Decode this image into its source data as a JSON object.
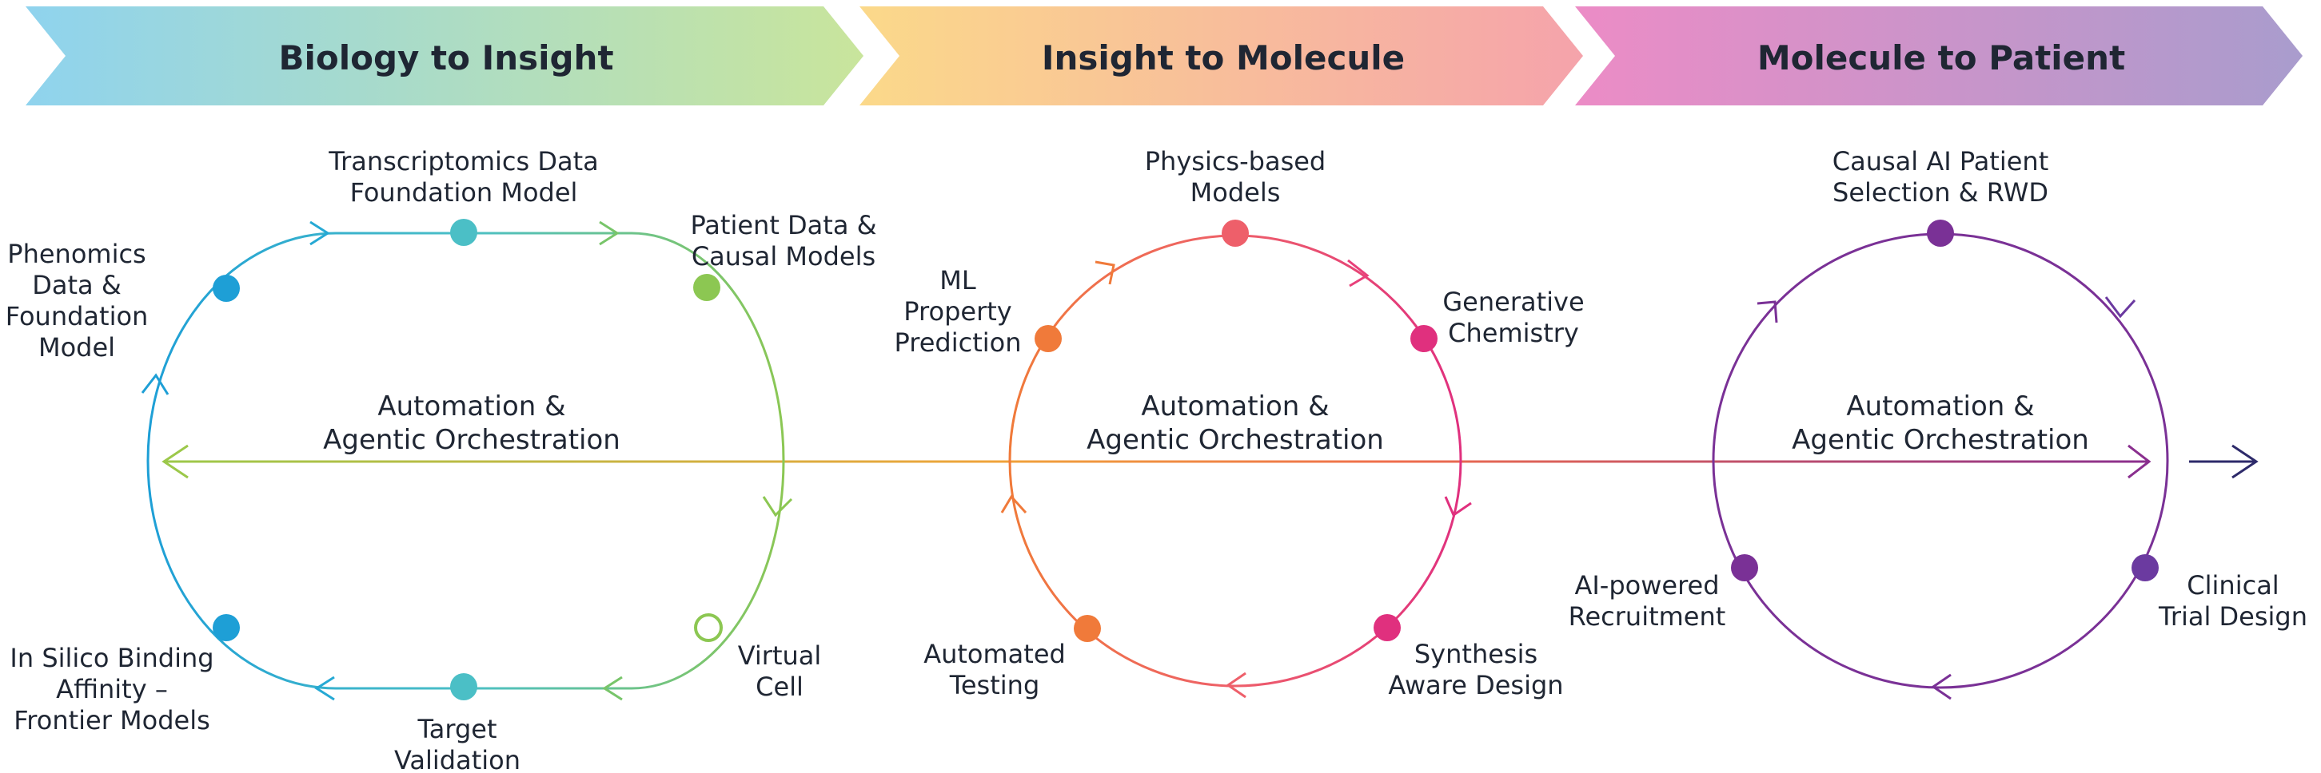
{
  "stages": [
    {
      "title": "Biology to Insight"
    },
    {
      "title": "Insight to Molecule"
    },
    {
      "title": "Molecule to Patient"
    }
  ],
  "cycles": [
    {
      "center": [
        "Automation &",
        "Agentic Orchestration"
      ],
      "nodes": [
        {
          "lines": [
            "Transcriptomics Data",
            "Foundation Model"
          ],
          "color": "#4bbfc6"
        },
        {
          "lines": [
            "Patient Data &",
            "Causal Models"
          ],
          "color": "#8cc752"
        },
        {
          "lines": [
            "Virtual",
            "Cell"
          ],
          "color": "#8cc752",
          "hollow": true
        },
        {
          "lines": [
            "Target",
            "Validation"
          ],
          "color": "#4bbfc6"
        },
        {
          "lines": [
            "In Silico Binding",
            "Affinity –",
            "Frontier Models"
          ],
          "color": "#1e9fd6"
        },
        {
          "lines": [
            "Phenomics",
            "Data &",
            "Foundation",
            "Model"
          ],
          "color": "#1e9fd6"
        }
      ]
    },
    {
      "center": [
        "Automation &",
        "Agentic Orchestration"
      ],
      "nodes": [
        {
          "lines": [
            "Physics-based",
            "Models"
          ],
          "color": "#ee5f6a"
        },
        {
          "lines": [
            "Generative",
            "Chemistry"
          ],
          "color": "#e0307e"
        },
        {
          "lines": [
            "Synthesis",
            "Aware Design"
          ],
          "color": "#e0307e"
        },
        {
          "lines": [
            "Automated",
            "Testing"
          ],
          "color": "#f07a3a"
        },
        {
          "lines": [
            "ML",
            "Property",
            "Prediction"
          ],
          "color": "#f07a3a"
        }
      ]
    },
    {
      "center": [
        "Automation &",
        "Agentic Orchestration"
      ],
      "nodes": [
        {
          "lines": [
            "Causal AI Patient",
            "Selection & RWD"
          ],
          "color": "#7a3196"
        },
        {
          "lines": [
            "Clinical",
            "Trial Design"
          ],
          "color": "#6b3aa0"
        },
        {
          "lines": [
            "AI-powered",
            "Recruitment"
          ],
          "color": "#7a3196"
        }
      ]
    }
  ],
  "colors": {
    "text": "#1f2633",
    "chev1": [
      "#8fd3ee",
      "#c9e59c"
    ],
    "chev2": [
      "#fbd98a",
      "#f5a3ab"
    ],
    "chev3": [
      "#ec8cc6",
      "#a99ccd"
    ],
    "axis": [
      "#9cc84a",
      "#f0a33a",
      "#ef6d4c",
      "#8a2f8e"
    ],
    "arrow_tail": "#2d2a6a"
  }
}
